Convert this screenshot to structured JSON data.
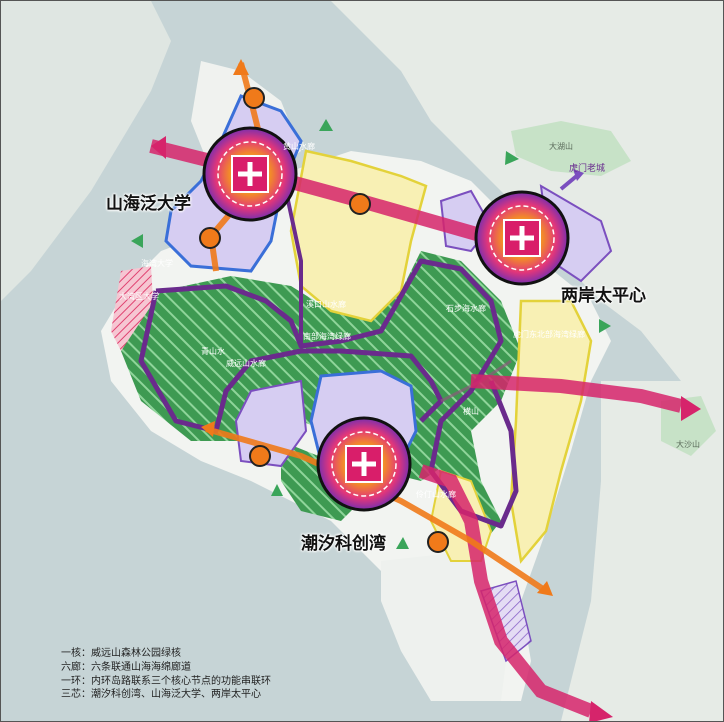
{
  "map": {
    "nodes": [
      {
        "name": "山海泛大学",
        "icon": "hospital-cross-icon"
      },
      {
        "name": "两岸太平心",
        "icon": "hospital-cross-icon"
      },
      {
        "name": "潮汐科创湾",
        "icon": "hospital-cross-icon"
      }
    ],
    "places": {
      "dahu": "大湖山",
      "humen_old_town": "虎门老城",
      "dadaiwan_univ": "大湾区大学",
      "qingshan": "青山水",
      "weiyuan_corridor": "威远山水廊",
      "shibu_water": "石步海水廊",
      "north_corridor": "虎门东北部海湾绿廊",
      "south_corridor": "南部海湾绿廊",
      "hengshan": "横山",
      "dasha": "大沙山",
      "xikou": "溪口山水廊",
      "huangshan": "黄山水廊",
      "lingding": "伶仃山水廊",
      "haiwan": "海湾大学"
    }
  },
  "legend": {
    "items": [
      "一核：威远山森林公园绿核",
      "六廊：六条联通山海海绵廊道",
      "一环：内环岛路联系三个核心节点的功能串联环",
      "三芯：潮汐科创湾、山海泛大学、两岸太平心"
    ]
  },
  "colors": {
    "water": "#c9d6d8",
    "land": "#eef1ee",
    "green_core": "#4caf50",
    "hatch": "#5fbf72",
    "purple_ring": "#6a2b8c",
    "magenta_axis": "#d6246b",
    "orange_axis": "#f07a1a",
    "yellow_zone": "#f7efb0",
    "lilac_zone": "#cfc3ee",
    "blue_outline": "#3a6fd8"
  }
}
